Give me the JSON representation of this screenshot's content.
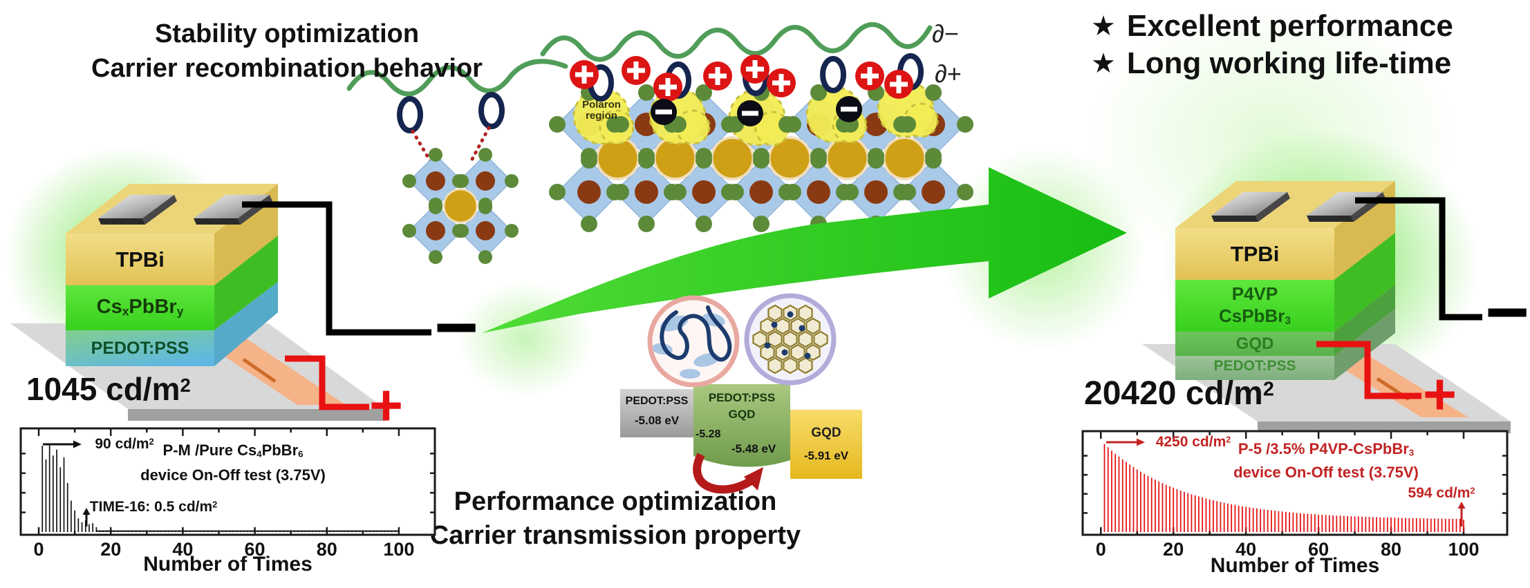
{
  "headings": {
    "stability_line1": "Stability optimization",
    "stability_line2": "Carrier recombination behavior",
    "performance_line1": "Performance optimization",
    "performance_line2": "Carrier transmission property",
    "highlight_star": "★",
    "highlight1": "Excellent performance",
    "highlight2": "Long working life-time"
  },
  "polaron": {
    "region_label_line1": "Polaron",
    "region_label_line2": "region",
    "delta_minus": "∂−",
    "delta_plus": "∂+"
  },
  "left_device": {
    "layers": [
      "TPBi",
      "Cs_{x}PbBr_{y}",
      "PEDOT:PSS"
    ],
    "luminance": "1045 cd/m^{2}",
    "negative": "−",
    "positive": "+"
  },
  "right_device": {
    "layers": [
      "TPBi",
      "P4VP",
      "CsPbBr_{3}",
      "GQD",
      "PEDOT:PSS"
    ],
    "luminance": "20420 cd/m^{2}",
    "negative": "−",
    "positive": "+"
  },
  "energy_diagram": {
    "blocks": [
      {
        "label": "PEDOT:PSS",
        "level": "-5.08 eV"
      },
      {
        "label": "PEDOT:PSS",
        "label2": "GQD",
        "level_left": "-5.28",
        "level": "-5.48 eV"
      },
      {
        "label": "GQD",
        "level": "-5.91 eV"
      }
    ]
  },
  "chart_data": [
    {
      "type": "bar",
      "variant": "on-off-comb",
      "title": "P-M /Pure Cs_{4}PbBr_{6}",
      "subtitle": "device On-Off test (3.75V)",
      "peak_label": "90 cd/m^{2}",
      "end_label": "TIME-16: 0.5 cd/m^{2}",
      "xlabel": "Number of Times",
      "xticks": [
        0,
        20,
        40,
        60,
        80,
        100
      ],
      "xlim": [
        -5,
        110
      ],
      "ylim": [
        0,
        100
      ],
      "series_color": "#111111",
      "text_color": "#111111",
      "values": [
        88,
        74,
        90,
        78,
        84,
        66,
        76,
        50,
        32,
        22,
        14,
        10,
        12,
        8,
        9,
        5,
        1,
        0.8,
        0.7,
        0.6,
        0.6,
        0.5,
        0.5,
        0.5,
        0.5,
        0.5,
        0.5,
        0.5,
        0.5,
        0.5,
        0.5,
        0.5,
        0.5,
        0.5,
        0.5,
        0.5,
        0.5,
        0.5,
        0.5,
        0.5,
        0.5,
        0.5,
        0.5,
        0.5,
        0.5,
        0.5,
        0.5,
        0.5,
        0.5,
        0.5,
        0.5,
        0.5,
        0.5,
        0.5,
        0.5,
        0.5,
        0.5,
        0.5,
        0.5,
        0.5,
        0.5,
        0.5,
        0.5,
        0.5,
        0.5,
        0.5,
        0.5,
        0.5,
        0.5,
        0.5,
        0.5,
        0.5,
        0.5,
        0.5,
        0.5,
        0.5,
        0.5,
        0.5,
        0.5,
        0.5,
        0.5,
        0.5,
        0.5,
        0.5,
        0.5,
        0.5,
        0.5,
        0.5,
        0.5,
        0.5,
        0.5,
        0.5,
        0.5,
        0.5,
        0.5,
        0.5,
        0.5,
        0.5,
        0.5,
        0.5
      ]
    },
    {
      "type": "bar",
      "variant": "on-off-comb",
      "title": "P-5 /3.5% P4VP-CsPbBr_{3}",
      "subtitle": "device On-Off test (3.75V)",
      "peak_label": "4250 cd/m^{2}",
      "end_label": "594 cd/m^{2}",
      "xlabel": "Number of Times",
      "xticks": [
        0,
        20,
        40,
        60,
        80,
        100
      ],
      "xlim": [
        -5,
        112
      ],
      "ylim": [
        0,
        4600
      ],
      "series_color": "#e41414",
      "text_color": "#c32222",
      "values": [
        4250,
        4090,
        3930,
        3780,
        3640,
        3510,
        3380,
        3250,
        3140,
        3020,
        2910,
        2810,
        2710,
        2620,
        2530,
        2440,
        2360,
        2280,
        2210,
        2140,
        2070,
        2000,
        1940,
        1880,
        1820,
        1770,
        1720,
        1670,
        1620,
        1570,
        1530,
        1490,
        1450,
        1410,
        1370,
        1340,
        1310,
        1270,
        1240,
        1220,
        1190,
        1160,
        1140,
        1110,
        1090,
        1070,
        1050,
        1030,
        1010,
        990,
        970,
        950,
        940,
        920,
        910,
        890,
        880,
        870,
        860,
        840,
        830,
        820,
        810,
        800,
        790,
        790,
        780,
        770,
        760,
        750,
        750,
        740,
        730,
        730,
        720,
        720,
        710,
        700,
        700,
        700,
        690,
        690,
        680,
        680,
        670,
        670,
        670,
        660,
        660,
        660,
        650,
        650,
        650,
        650,
        640,
        640,
        640,
        640,
        640,
        594
      ]
    }
  ]
}
